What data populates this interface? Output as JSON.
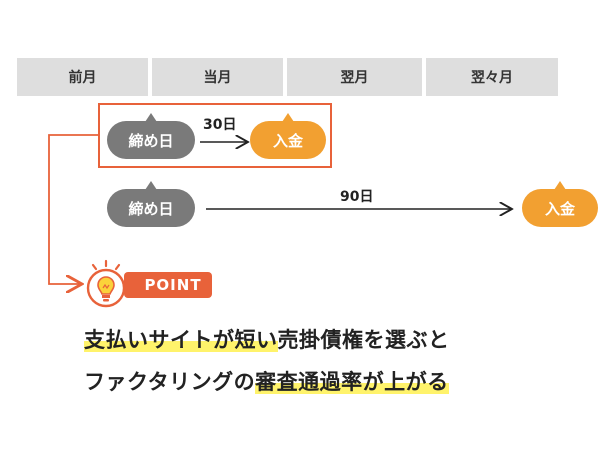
{
  "header": {
    "cells": [
      "前月",
      "当月",
      "翌月",
      "翌々月"
    ]
  },
  "row1": {
    "closing_label": "締め日",
    "interval_label": "30日",
    "payment_label": "入金"
  },
  "row2": {
    "closing_label": "締め日",
    "interval_label": "90日",
    "payment_label": "入金"
  },
  "point": {
    "badge_label": "POINT",
    "line1_hl": "支払いサイトが短い",
    "line1_rest": "売掛債権を選ぶと",
    "line2_pre": "ファクタリングの",
    "line2_hl": "審査通過率が上がる"
  },
  "colors": {
    "accent": "#e8623a",
    "orange": "#f2a031",
    "gray": "#7a7a7a",
    "header_bg": "#dedede",
    "highlight": "#fff36b"
  }
}
